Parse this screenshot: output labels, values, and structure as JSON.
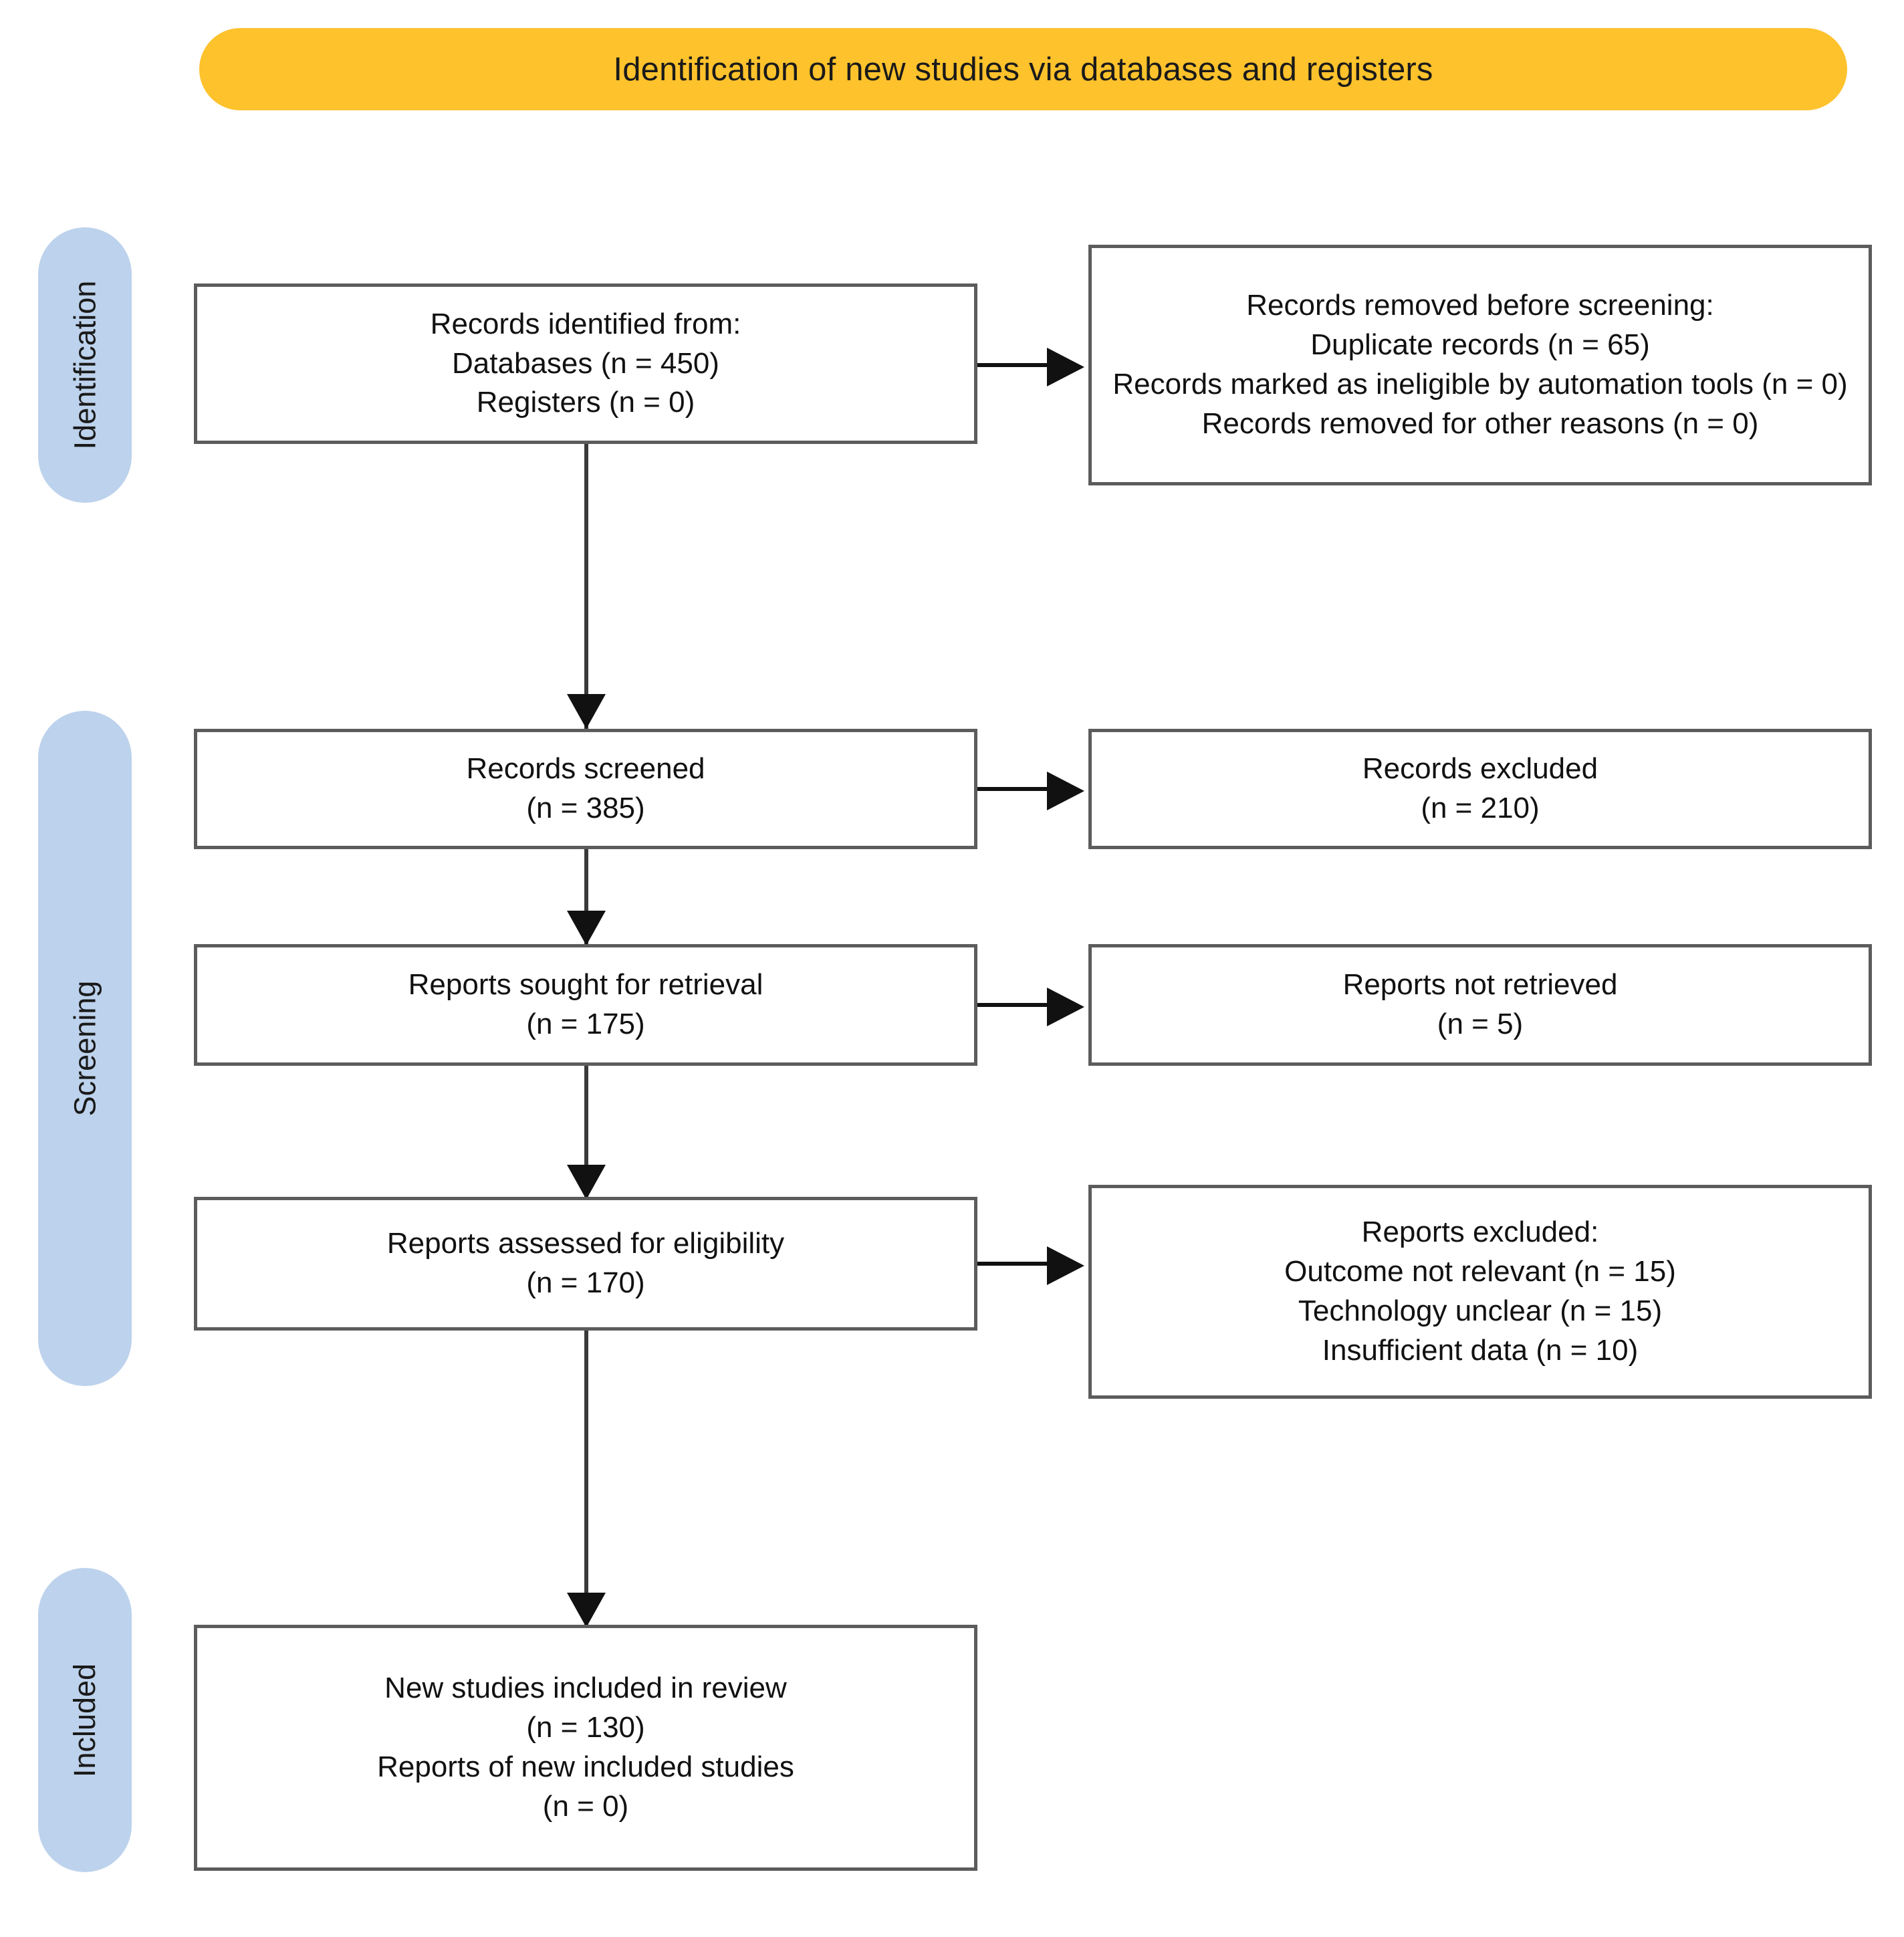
{
  "banner": {
    "title": "Identification of new studies via databases and registers",
    "color": "#FEC22C"
  },
  "stages": [
    {
      "key": "identification",
      "label": "Identification",
      "color": "#BDD2EC"
    },
    {
      "key": "screening",
      "label": "Screening",
      "color": "#BDD2EC"
    },
    {
      "key": "included",
      "label": "Included",
      "color": "#BDD2EC"
    }
  ],
  "boxes": {
    "identified": {
      "name": "records-identified",
      "lines": [
        "Records identified from:",
        "Databases (n = 450)",
        "Registers (n = 0)"
      ]
    },
    "removed": {
      "name": "records-removed-before-screening",
      "lines": [
        "Records removed before screening:",
        "Duplicate records (n = 65)",
        "Records marked as ineligible by automation tools (n = 0)",
        "Records removed for other reasons (n = 0)"
      ]
    },
    "screened": {
      "name": "records-screened",
      "lines": [
        "Records screened",
        "(n = 385)"
      ]
    },
    "records_excluded": {
      "name": "records-excluded",
      "lines": [
        "Records excluded",
        "(n = 210)"
      ]
    },
    "sought": {
      "name": "reports-sought-for-retrieval",
      "lines": [
        "Reports sought for retrieval",
        "(n = 175)"
      ]
    },
    "not_retrieved": {
      "name": "reports-not-retrieved",
      "lines": [
        "Reports not retrieved",
        "(n = 5)"
      ]
    },
    "assessed": {
      "name": "reports-assessed-for-eligibility",
      "lines": [
        "Reports assessed for eligibility",
        "(n = 170)"
      ]
    },
    "reports_excluded": {
      "name": "reports-excluded",
      "lines": [
        "Reports excluded:",
        "Outcome not relevant (n = 15)",
        "Technology unclear (n = 15)",
        "Insufficient data (n = 10)"
      ]
    },
    "included": {
      "name": "new-studies-included",
      "lines": [
        "New studies included in review",
        "(n = 130)",
        "Reports of new included studies",
        "(n = 0)"
      ]
    }
  },
  "counts": {
    "databases": 450,
    "registers": 0,
    "duplicate_records": 65,
    "ineligible_automation_tools": 0,
    "removed_other_reasons": 0,
    "records_screened": 385,
    "records_excluded": 210,
    "reports_sought": 175,
    "reports_not_retrieved": 5,
    "reports_assessed": 170,
    "outcome_not_relevant": 15,
    "technology_unclear": 15,
    "insufficient_data": 10,
    "new_studies_included": 130,
    "reports_of_new_included_studies": 0
  }
}
